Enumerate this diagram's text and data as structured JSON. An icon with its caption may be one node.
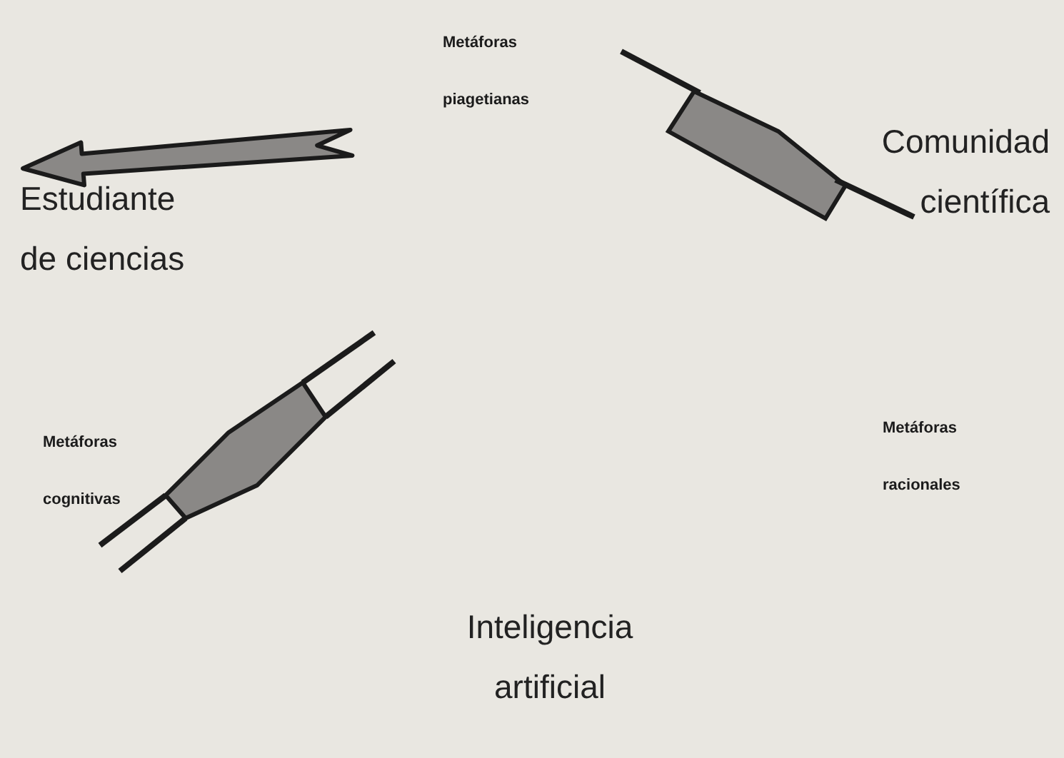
{
  "diagram": {
    "nodes": [
      {
        "text": [
          "Estudiante de ciencias"
        ]
      },
      {
        "text": [
          "Comunidad científica"
        ]
      },
      {
        "text": [
          "Inteligencia artificial"
        ]
      }
    ],
    "labels": [
      "Metáforas piagetianas",
      "Metáforas cognitivas",
      "Metáforas racionales"
    ]
  }
}
